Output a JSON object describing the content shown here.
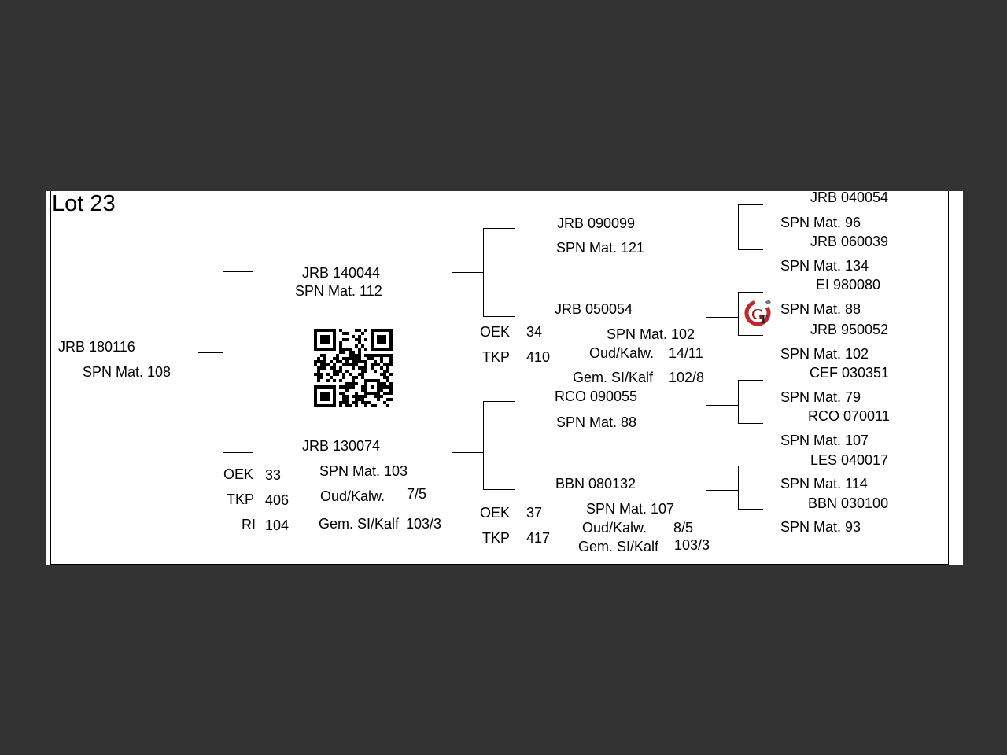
{
  "lot": "Lot 23",
  "animal": {
    "id": "JRB 180116",
    "mat": "SPN Mat. 108"
  },
  "sire": {
    "id": "JRB 140044",
    "mat": "SPN Mat. 112",
    "sire": {
      "id": "JRB 090099",
      "mat": "SPN Mat. 121",
      "sire": {
        "id": "JRB 040054",
        "mat": "SPN Mat. 96"
      },
      "dam": {
        "id": "JRB 060039",
        "mat": "SPN Mat. 134"
      }
    },
    "dam": {
      "id": "JRB 050054",
      "mat": "SPN Mat. 102",
      "oek_label": "OEK",
      "oek": "34",
      "tkp_label": "TKP",
      "tkp": "410",
      "oud_label": "Oud/Kalw.",
      "oud": "14/11",
      "gem_label": "Gem. SI/Kalf",
      "gem": "102/8",
      "sire": {
        "id": "EI  980080",
        "mat": "SPN Mat. 88"
      },
      "dam": {
        "id": "JRB 950052",
        "mat": "SPN Mat. 102"
      }
    }
  },
  "dam": {
    "id": "JRB 130074",
    "mat": "SPN Mat. 103",
    "oek_label": "OEK",
    "oek": "33",
    "tkp_label": "TKP",
    "tkp": "406",
    "ri_label": "RI",
    "ri": "104",
    "oud_label": "Oud/Kalw.",
    "oud": "7/5",
    "gem_label": "Gem. SI/Kalf",
    "gem": "103/3",
    "sire": {
      "id": "RCO 090055",
      "mat": "SPN Mat. 88",
      "sire": {
        "id": "CEF 030351",
        "mat": "SPN Mat. 79"
      },
      "dam": {
        "id": "RCO 070011",
        "mat": "SPN Mat. 107"
      }
    },
    "dam": {
      "id": "BBN 080132",
      "mat": "SPN Mat. 107",
      "oek_label": "OEK",
      "oek": "37",
      "tkp_label": "TKP",
      "tkp": "417",
      "oud_label": "Oud/Kalw.",
      "oud": "8/5",
      "gem_label": "Gem. SI/Kalf",
      "gem": "103/3",
      "sire": {
        "id": "LES 040017",
        "mat": "SPN Mat. 114"
      },
      "dam": {
        "id": "BBN 030100",
        "mat": "SPN Mat. 93"
      }
    }
  },
  "icons": {
    "qr": "qr-code-icon",
    "logo": "gt-logo-icon"
  },
  "colors": {
    "background": "#333333",
    "sheet": "#ffffff",
    "logo_red": "#c0282d"
  }
}
